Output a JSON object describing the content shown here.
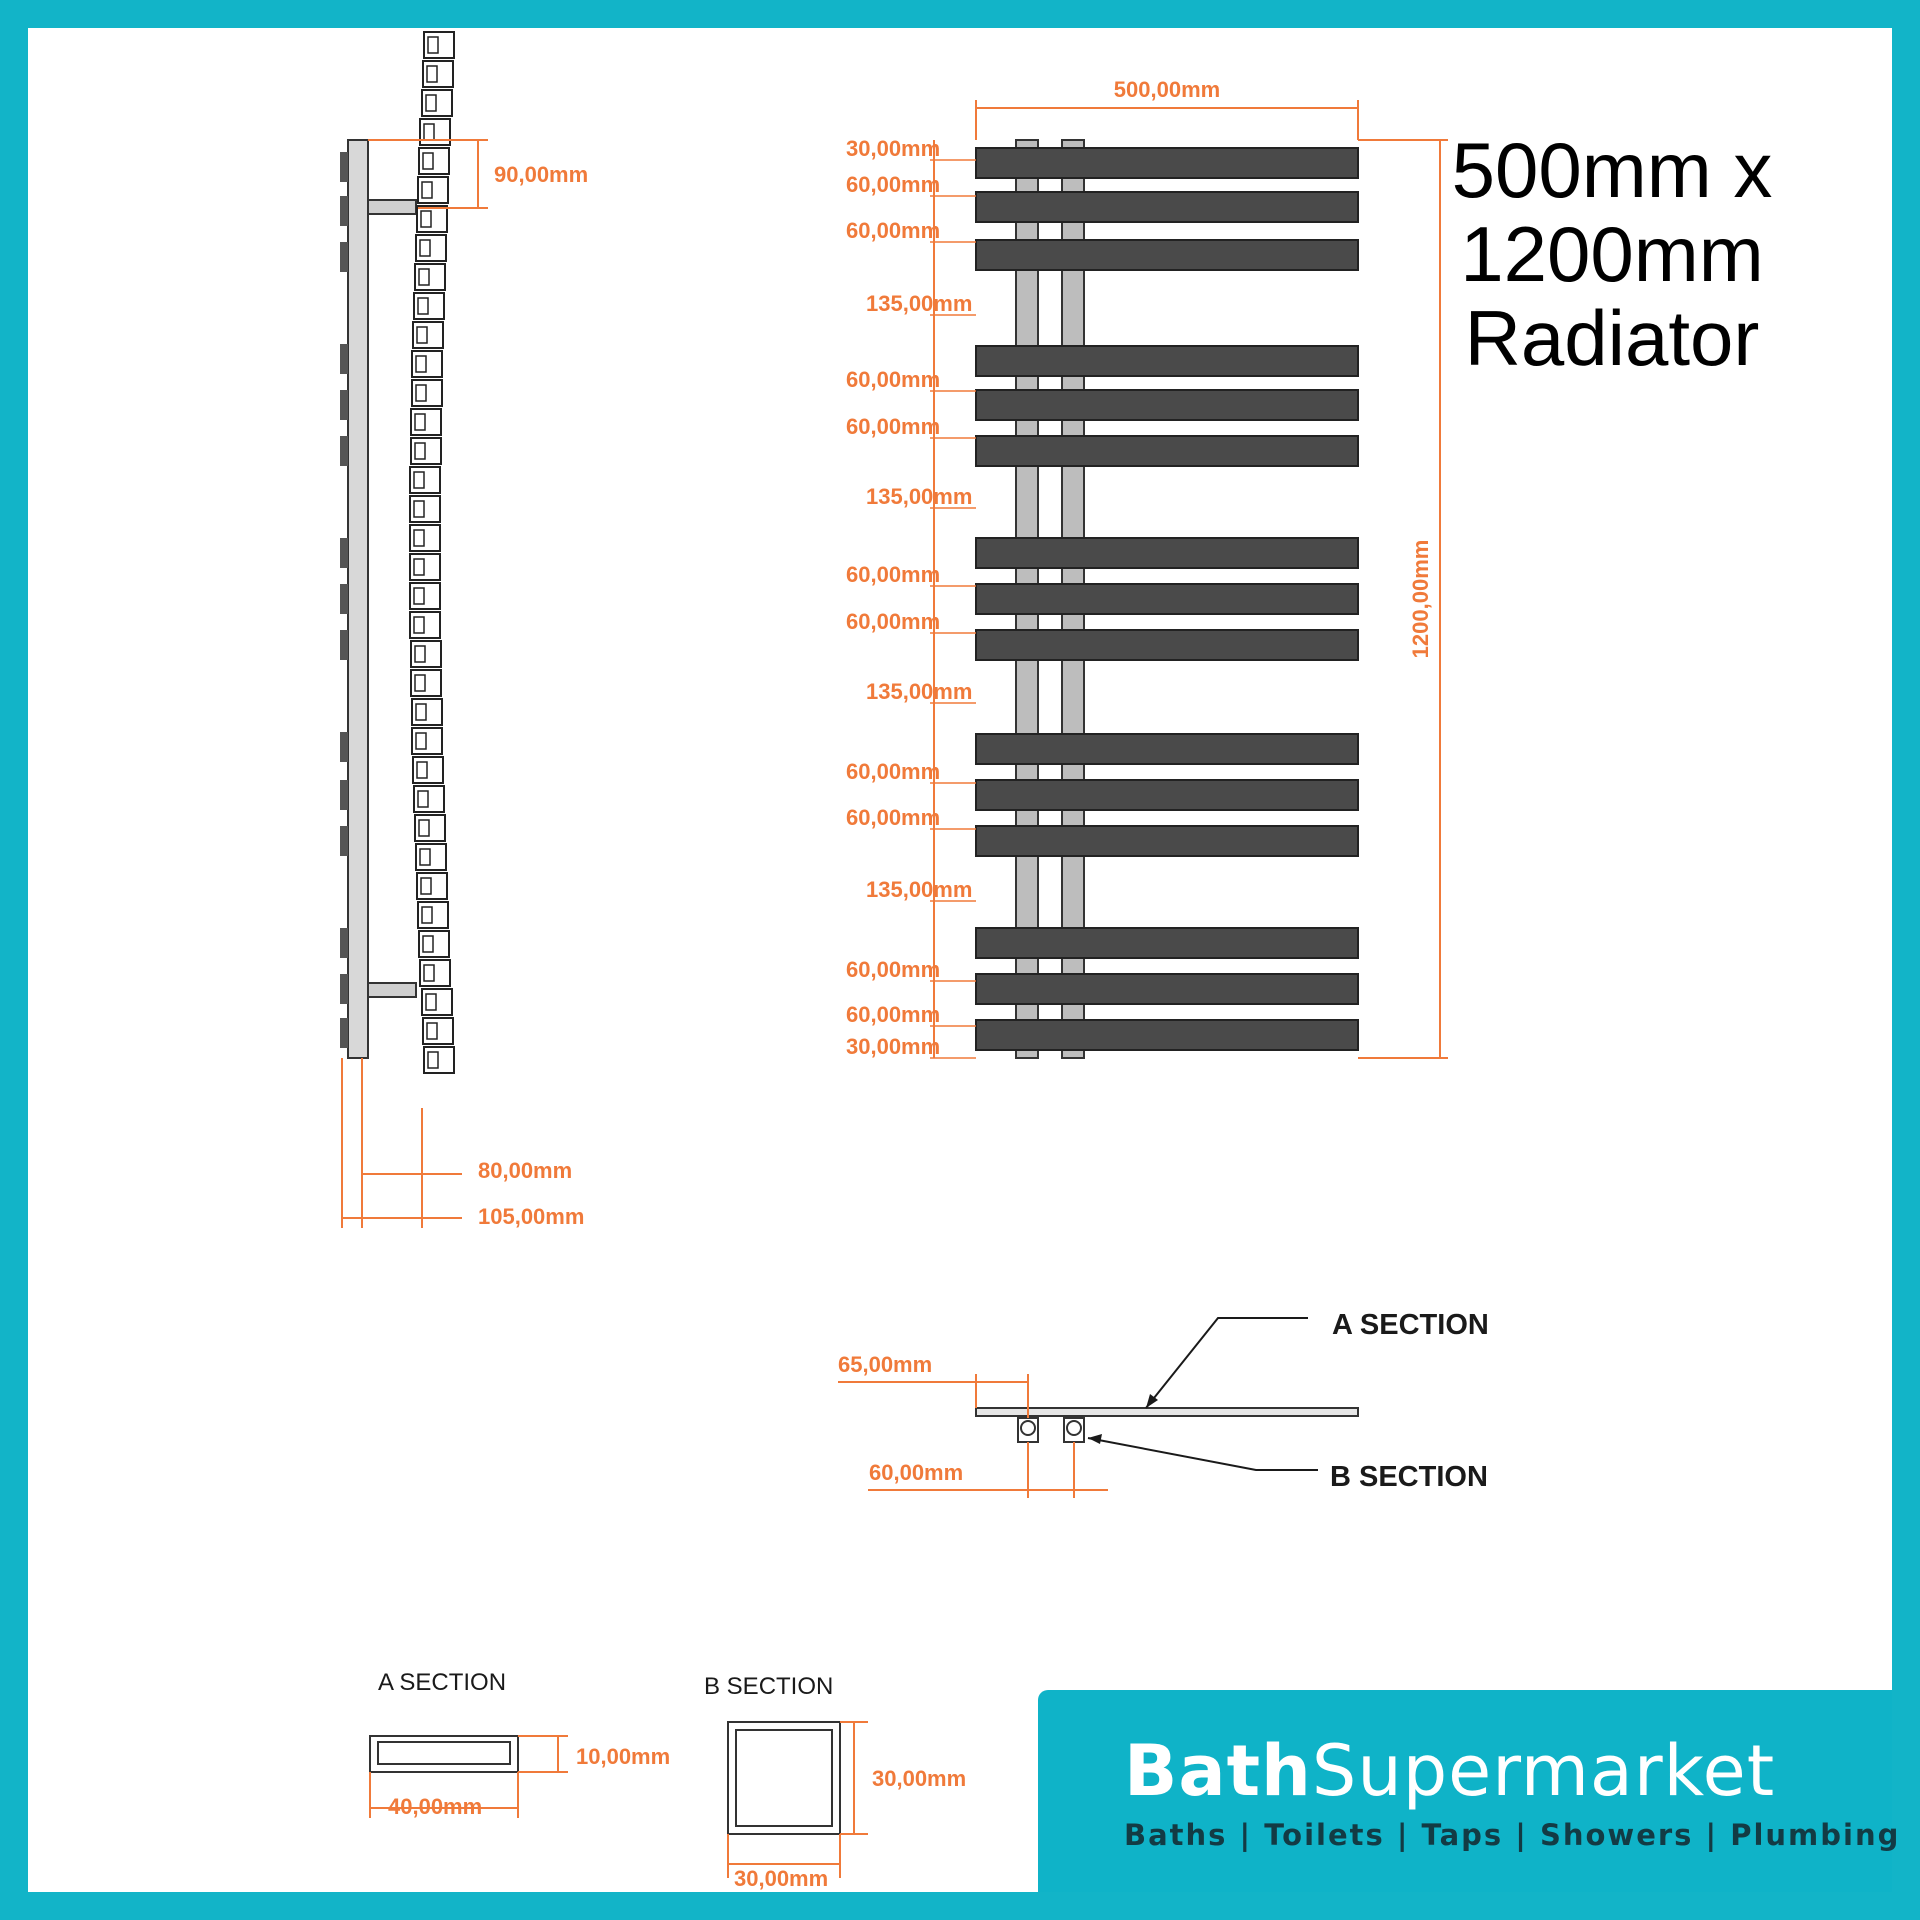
{
  "title": {
    "line1": "500mm x",
    "line2": "1200mm",
    "line3": "Radiator"
  },
  "side_view": {
    "top_bracket": "90,00mm",
    "depth_inner": "80,00mm",
    "depth_total": "105,00mm"
  },
  "front_view": {
    "width": "500,00mm",
    "height": "1200,00mm",
    "spacings": [
      "30,00mm",
      "60,00mm",
      "60,00mm",
      "135,00mm",
      "60,00mm",
      "60,00mm",
      "135,00mm",
      "60,00mm",
      "60,00mm",
      "135,00mm",
      "60,00mm",
      "60,00mm",
      "135,00mm",
      "60,00mm",
      "60,00mm",
      "30,00mm"
    ]
  },
  "plan_view": {
    "offset": "65,00mm",
    "pipe_centres": "60,00mm",
    "a_section_label": "A SECTION",
    "b_section_label": "B SECTION"
  },
  "sections": {
    "a": {
      "label": "A SECTION",
      "height": "10,00mm",
      "width": "40,00mm"
    },
    "b": {
      "label": "B SECTION",
      "height": "30,00mm",
      "width": "30,00mm"
    }
  },
  "brand": {
    "bold": "Bath",
    "light": "Supermarket",
    "tagline": "Baths | Toilets | Taps | Showers | Plumbing"
  },
  "colors": {
    "frame": "#12b4c8",
    "banner": "#0fb3c8",
    "dimension": "#f07a3a",
    "bar": "#4a4a4a"
  }
}
